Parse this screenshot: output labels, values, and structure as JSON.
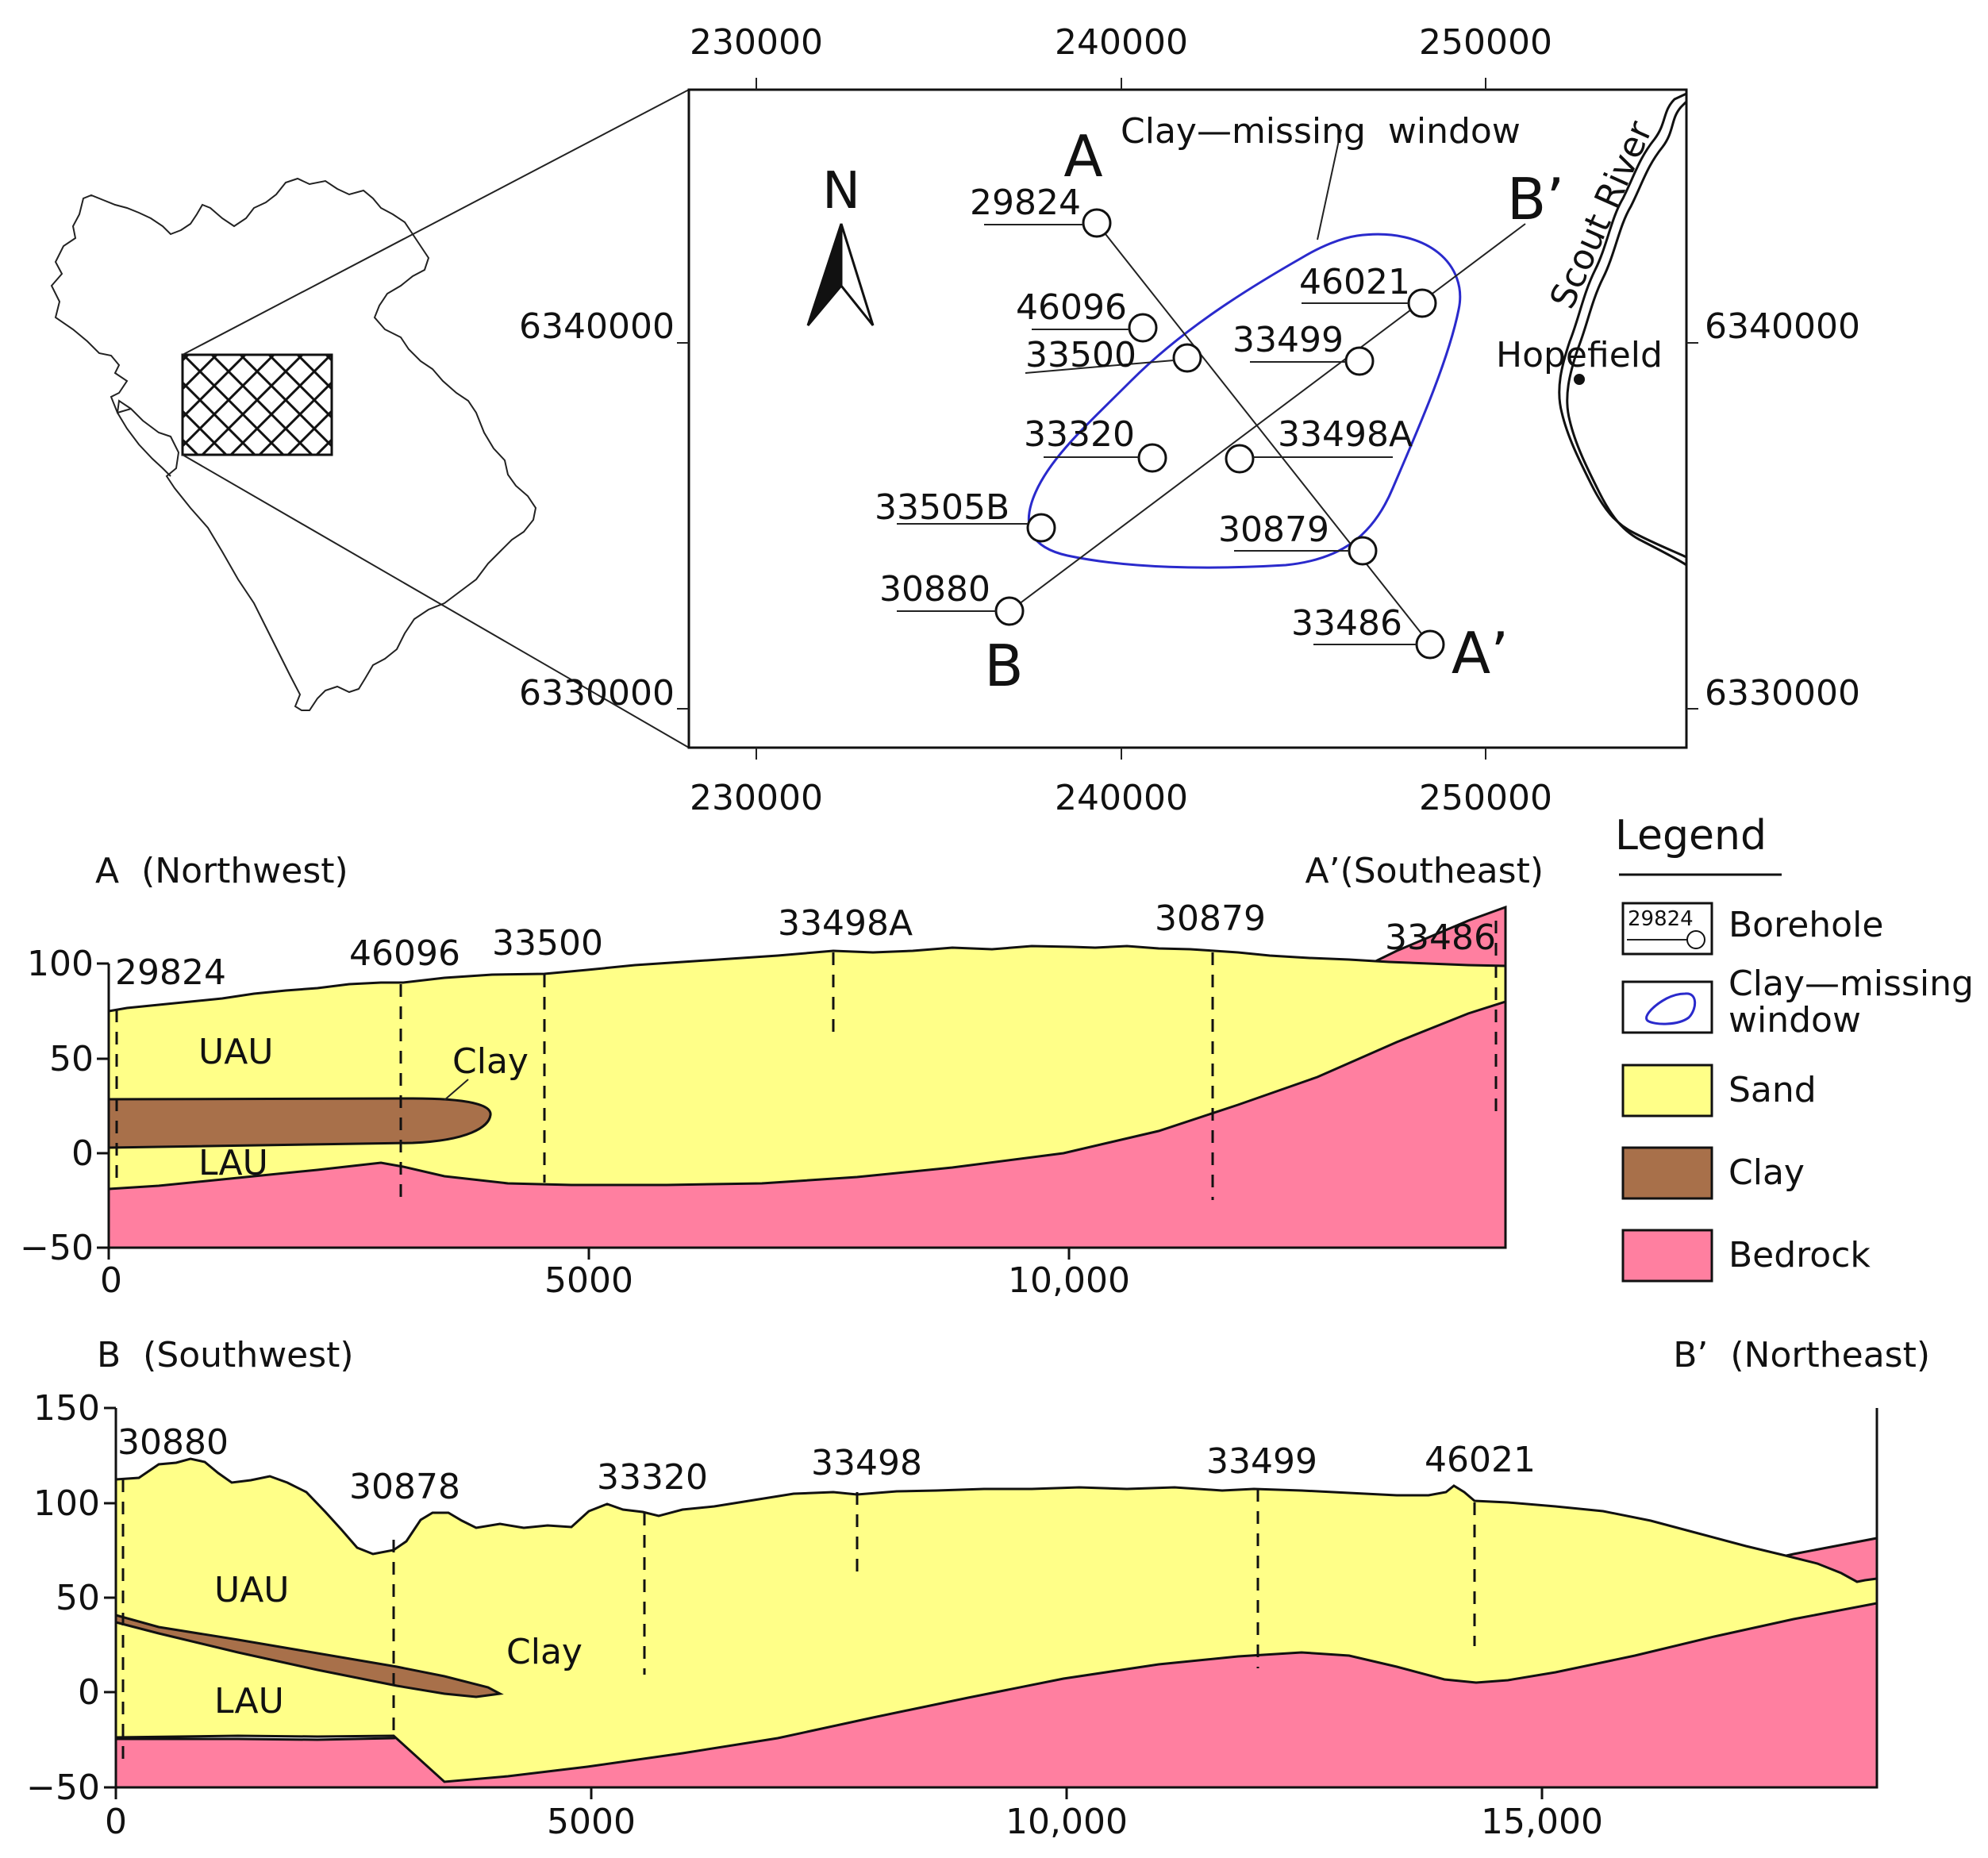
{
  "colors": {
    "sand": "#ffff88",
    "clay": "#a8704a",
    "bedrock": "#ff7fa0",
    "window": "#2a2acc",
    "outline": "#111111"
  },
  "location_map": {
    "x_ticks": [
      "230000",
      "240000",
      "250000"
    ],
    "y_ticks": [
      "6340000",
      "6330000"
    ],
    "north_label": "N",
    "window_label": "Clay—missing  window",
    "river_label": "Scout River",
    "town_label": "Hopefield",
    "section_labels": {
      "a": "A",
      "a_prime": "A’",
      "b": "B",
      "b_prime": "B’"
    },
    "boreholes": [
      {
        "id": "29824"
      },
      {
        "id": "46096"
      },
      {
        "id": "33500"
      },
      {
        "id": "46021"
      },
      {
        "id": "33499"
      },
      {
        "id": "33320"
      },
      {
        "id": "33498A"
      },
      {
        "id": "33505B"
      },
      {
        "id": "30879"
      },
      {
        "id": "30880"
      },
      {
        "id": "33486"
      }
    ]
  },
  "section_a": {
    "left_title": "A  (Northwest)",
    "right_title": "A’(Southeast)",
    "y_ticks": [
      "100",
      "50",
      "0",
      "−50"
    ],
    "x_ticks": [
      "0",
      "5000",
      "10,000"
    ],
    "boreholes": [
      "29824",
      "46096",
      "33500",
      "33498A",
      "30879",
      "33486"
    ],
    "unit_labels": {
      "upper": "UAU",
      "lower": "LAU",
      "clay": "Clay"
    }
  },
  "section_b": {
    "left_title": "B  (Southwest)",
    "right_title": "B’  (Northeast)",
    "y_ticks": [
      "150",
      "100",
      "50",
      "0",
      "−50"
    ],
    "x_ticks": [
      "0",
      "5000",
      "10,000",
      "15,000"
    ],
    "boreholes": [
      "30880",
      "30878",
      "33320",
      "33498",
      "33499",
      "46021"
    ],
    "unit_labels": {
      "upper": "UAU",
      "lower": "LAU",
      "clay": "Clay"
    }
  },
  "legend": {
    "title": "Legend",
    "borehole_sample": "29824",
    "items": [
      {
        "label": "Borehole"
      },
      {
        "label_line1": "Clay—missing",
        "label_line2": "window"
      },
      {
        "label": "Sand"
      },
      {
        "label": "Clay"
      },
      {
        "label": "Bedrock"
      }
    ]
  }
}
